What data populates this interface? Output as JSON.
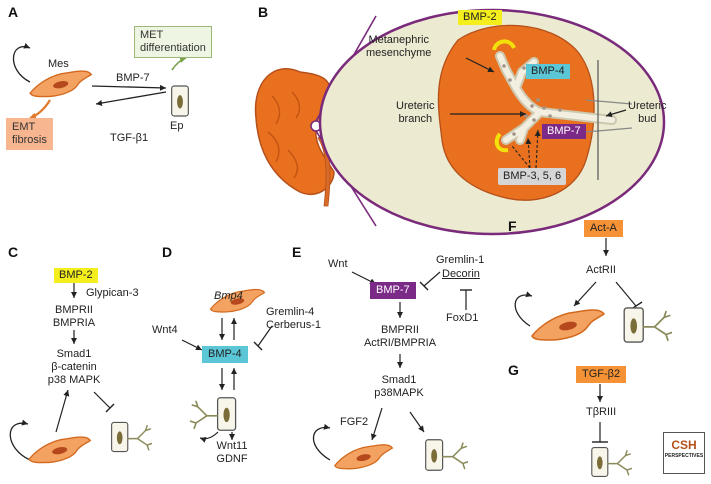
{
  "panels": {
    "a": "A",
    "b": "B",
    "c": "C",
    "d": "D",
    "e": "E",
    "f": "F",
    "g": "G"
  },
  "panel_a": {
    "mes": "Mes",
    "ep": "Ep",
    "met_line1": "MET",
    "met_line2": "differentiation",
    "bmp7": "BMP-7",
    "tgfb1": "TGF-β1",
    "emt_line1": "EMT",
    "emt_line2": "fibrosis"
  },
  "panel_b": {
    "bmp2": "BMP-2",
    "metanephric_line1": "Metanephric",
    "metanephric_line2": "mesenchyme",
    "bmp4": "BMP-4",
    "ureteric_branch_line1": "Ureteric",
    "ureteric_branch_line2": "branch",
    "ureteric_bud_line1": "Ureteric",
    "ureteric_bud_line2": "bud",
    "bmp7": "BMP-7",
    "bmp356": "BMP-3, 5, 6"
  },
  "panel_c": {
    "bmp2": "BMP-2",
    "glypican": "Glypican-3",
    "receptor1": "BMPRII",
    "receptor2": "BMPRIA",
    "sig1": "Smad1",
    "sig2": "β-catenin",
    "sig3": "p38 MAPK"
  },
  "panel_d": {
    "bmp4_gene": "Bmp4",
    "gremlin4": "Gremlin-4",
    "cerberus1": "Cerberus-1",
    "wnt4": "Wnt4",
    "bmp4": "BMP-4",
    "wnt11": "Wnt11",
    "gdnf": "GDNF"
  },
  "panel_e": {
    "wnt": "Wnt",
    "gremlin1": "Gremlin-1",
    "decorin": "Decorin",
    "foxd1": "FoxD1",
    "bmp7": "BMP-7",
    "receptor1": "BMPRII",
    "receptor2": "ActRI/BMPRIA",
    "sig1": "Smad1",
    "sig2": "p38MAPK",
    "fgf2": "FGF2"
  },
  "panel_f": {
    "acta": "Act-A",
    "actrii": "ActRII"
  },
  "panel_g": {
    "tgfb2": "TGF-β2",
    "tbriii": "TβRIII"
  },
  "logo": {
    "line1": "CSH",
    "line2": "PERSPECTIVES"
  },
  "colors": {
    "mes_cell": "#f4a261",
    "mes_outline": "#d2691e",
    "kidney": "#e8701f",
    "ellipse_fill": "#ecead0",
    "ellipse_border": "#7a2a7a",
    "ep_nucleus": "#7a6d3a",
    "yellow": "#f4ee1c",
    "cyan": "#5bc7d6",
    "purple": "#7c2a88",
    "orange": "#f59235"
  }
}
